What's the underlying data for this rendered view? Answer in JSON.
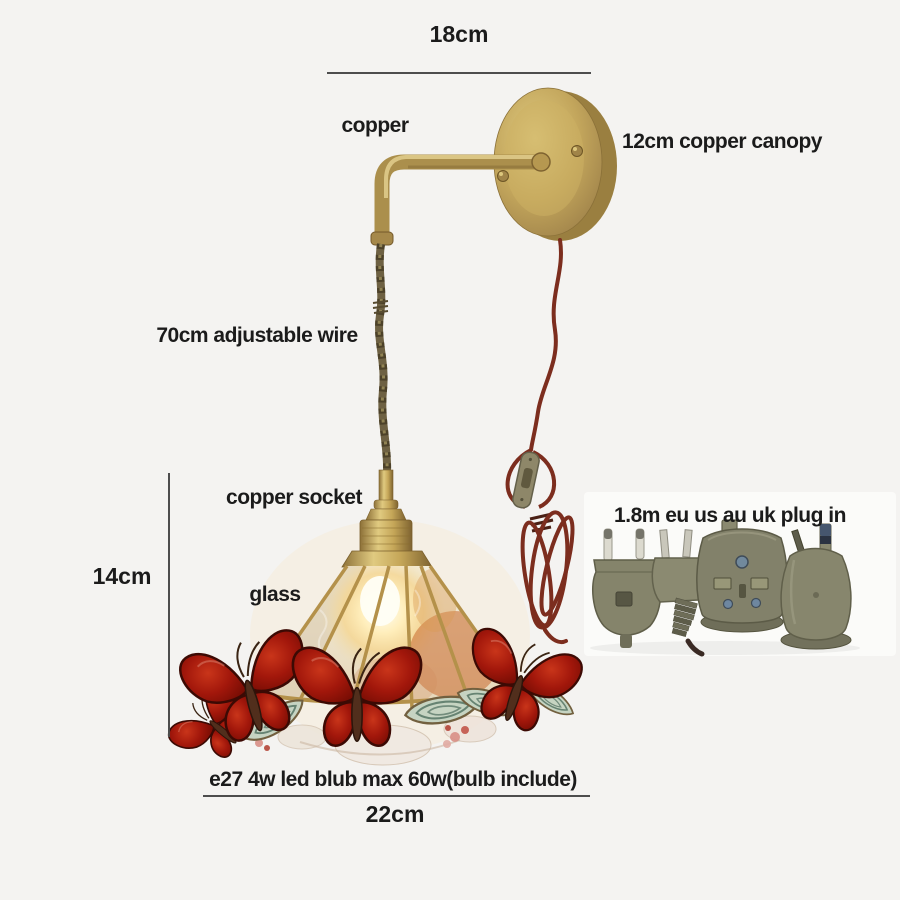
{
  "title": "butterfly glass wall lamp dimension diagram",
  "labels": {
    "top_width": "18cm",
    "arm_material": "copper",
    "canopy": "12cm copper canopy",
    "wire": "70cm adjustable wire",
    "socket": "copper socket",
    "shade_height": "14cm",
    "shade_material": "glass",
    "plug": "1.8m eu us au uk plug in",
    "bulb": "e27 4w led blub max 60w(bulb include)",
    "bottom_width": "22cm"
  },
  "plug_types": [
    "eu",
    "us",
    "au",
    "uk"
  ],
  "colors": {
    "background": "#f4f3f1",
    "brass": "#c2a55c",
    "brass_dark": "#8a6d33",
    "glass": "#efe5cf",
    "glow": "#ffeebb",
    "butterfly_red": "#a2170b",
    "cord_red": "#7c2d1e",
    "wire_khaki": "#6e6143",
    "plug_olive": "#83826a",
    "text": "#1b1b1b",
    "dimension_line": "#4d4d4d"
  }
}
